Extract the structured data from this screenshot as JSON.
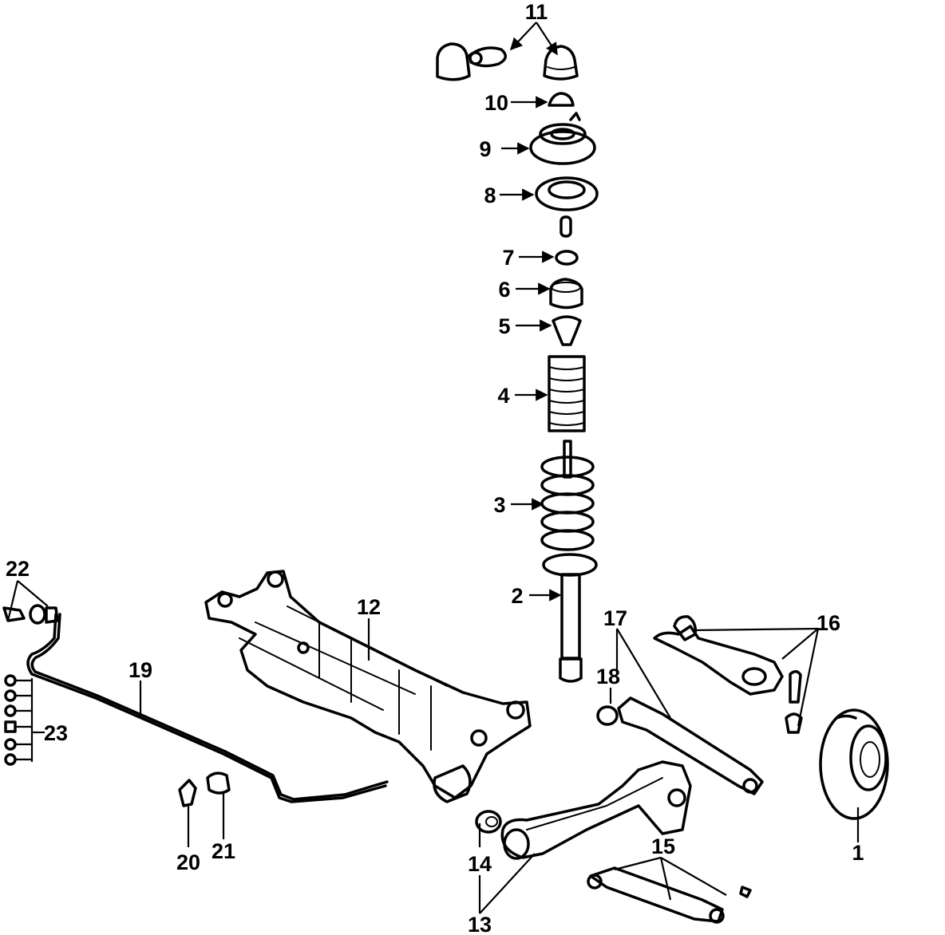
{
  "colors": {
    "ink": "#000000",
    "paper": "#ffffff"
  },
  "callouts": {
    "c1": "1",
    "c2": "2",
    "c3": "3",
    "c4": "4",
    "c5": "5",
    "c6": "6",
    "c7": "7",
    "c8": "8",
    "c9": "9",
    "c10": "10",
    "c11": "11",
    "c12": "12",
    "c13": "13",
    "c14": "14",
    "c15": "15",
    "c16": "16",
    "c17": "17",
    "c18": "18",
    "c19": "19",
    "c20": "20",
    "c21": "21",
    "c22": "22",
    "c23": "23"
  }
}
